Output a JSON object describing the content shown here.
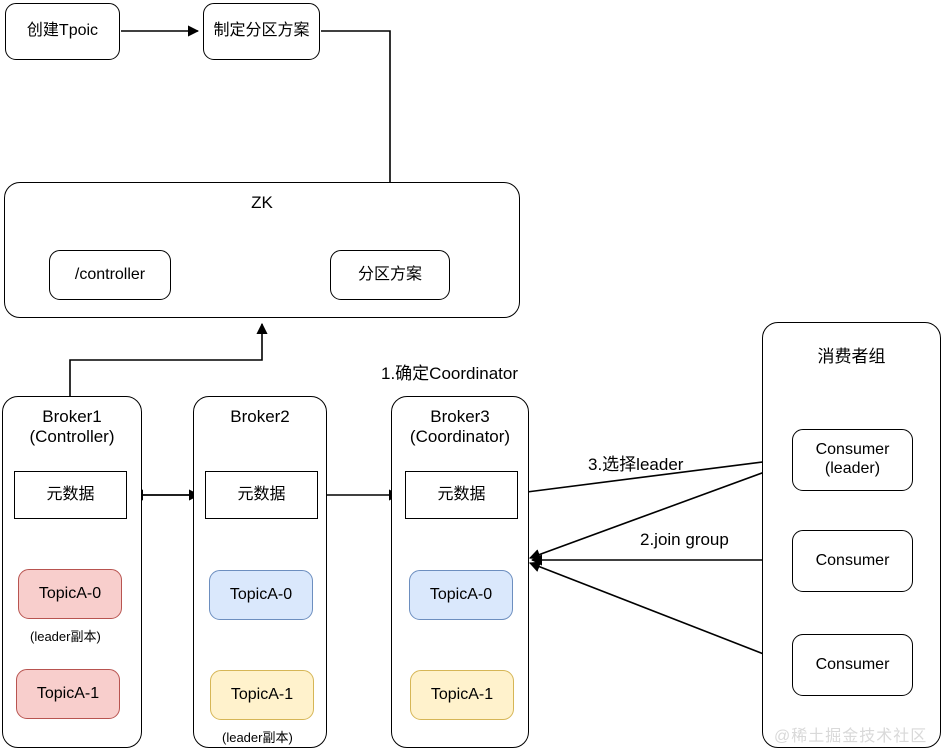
{
  "diagram": {
    "title_watermark": "@稀土掘金技术社区",
    "flow_top": {
      "create_topic": "创建Tpoic",
      "make_partition_plan": "制定分区方案"
    },
    "zk": {
      "title": "ZK",
      "controller_node": "/controller",
      "partition_plan_node": "分区方案"
    },
    "brokers": [
      {
        "name": "Broker1\n(Controller)",
        "metadata": "元数据",
        "partitions": [
          {
            "label": "TopicA-0",
            "color": "pink",
            "note": "(leader副本)"
          },
          {
            "label": "TopicA-1",
            "color": "pink",
            "note": ""
          }
        ]
      },
      {
        "name": "Broker2",
        "metadata": "元数据",
        "partitions": [
          {
            "label": "TopicA-0",
            "color": "blue",
            "note": ""
          },
          {
            "label": "TopicA-1",
            "color": "yellow",
            "note": "(leader副本)"
          }
        ]
      },
      {
        "name": "Broker3\n(Coordinator)",
        "metadata": "元数据",
        "partitions": [
          {
            "label": "TopicA-0",
            "color": "blue",
            "note": ""
          },
          {
            "label": "TopicA-1",
            "color": "yellow",
            "note": ""
          }
        ]
      }
    ],
    "consumer_group": {
      "title": "消费者组",
      "consumers": [
        {
          "label": "Consumer\n(leader)"
        },
        {
          "label": "Consumer"
        },
        {
          "label": "Consumer"
        }
      ]
    },
    "step_labels": {
      "step1": "1.确定Coordinator",
      "step2": "2.join group",
      "step3": "3.选择leader"
    },
    "colors": {
      "pink_fill": "#f8cecc",
      "pink_stroke": "#b85450",
      "blue_fill": "#dae8fc",
      "blue_stroke": "#6c8ebf",
      "yellow_fill": "#fff2cc",
      "yellow_stroke": "#d6b656",
      "stroke": "#000000",
      "background": "#ffffff",
      "watermark": "#d9d9d9"
    }
  }
}
